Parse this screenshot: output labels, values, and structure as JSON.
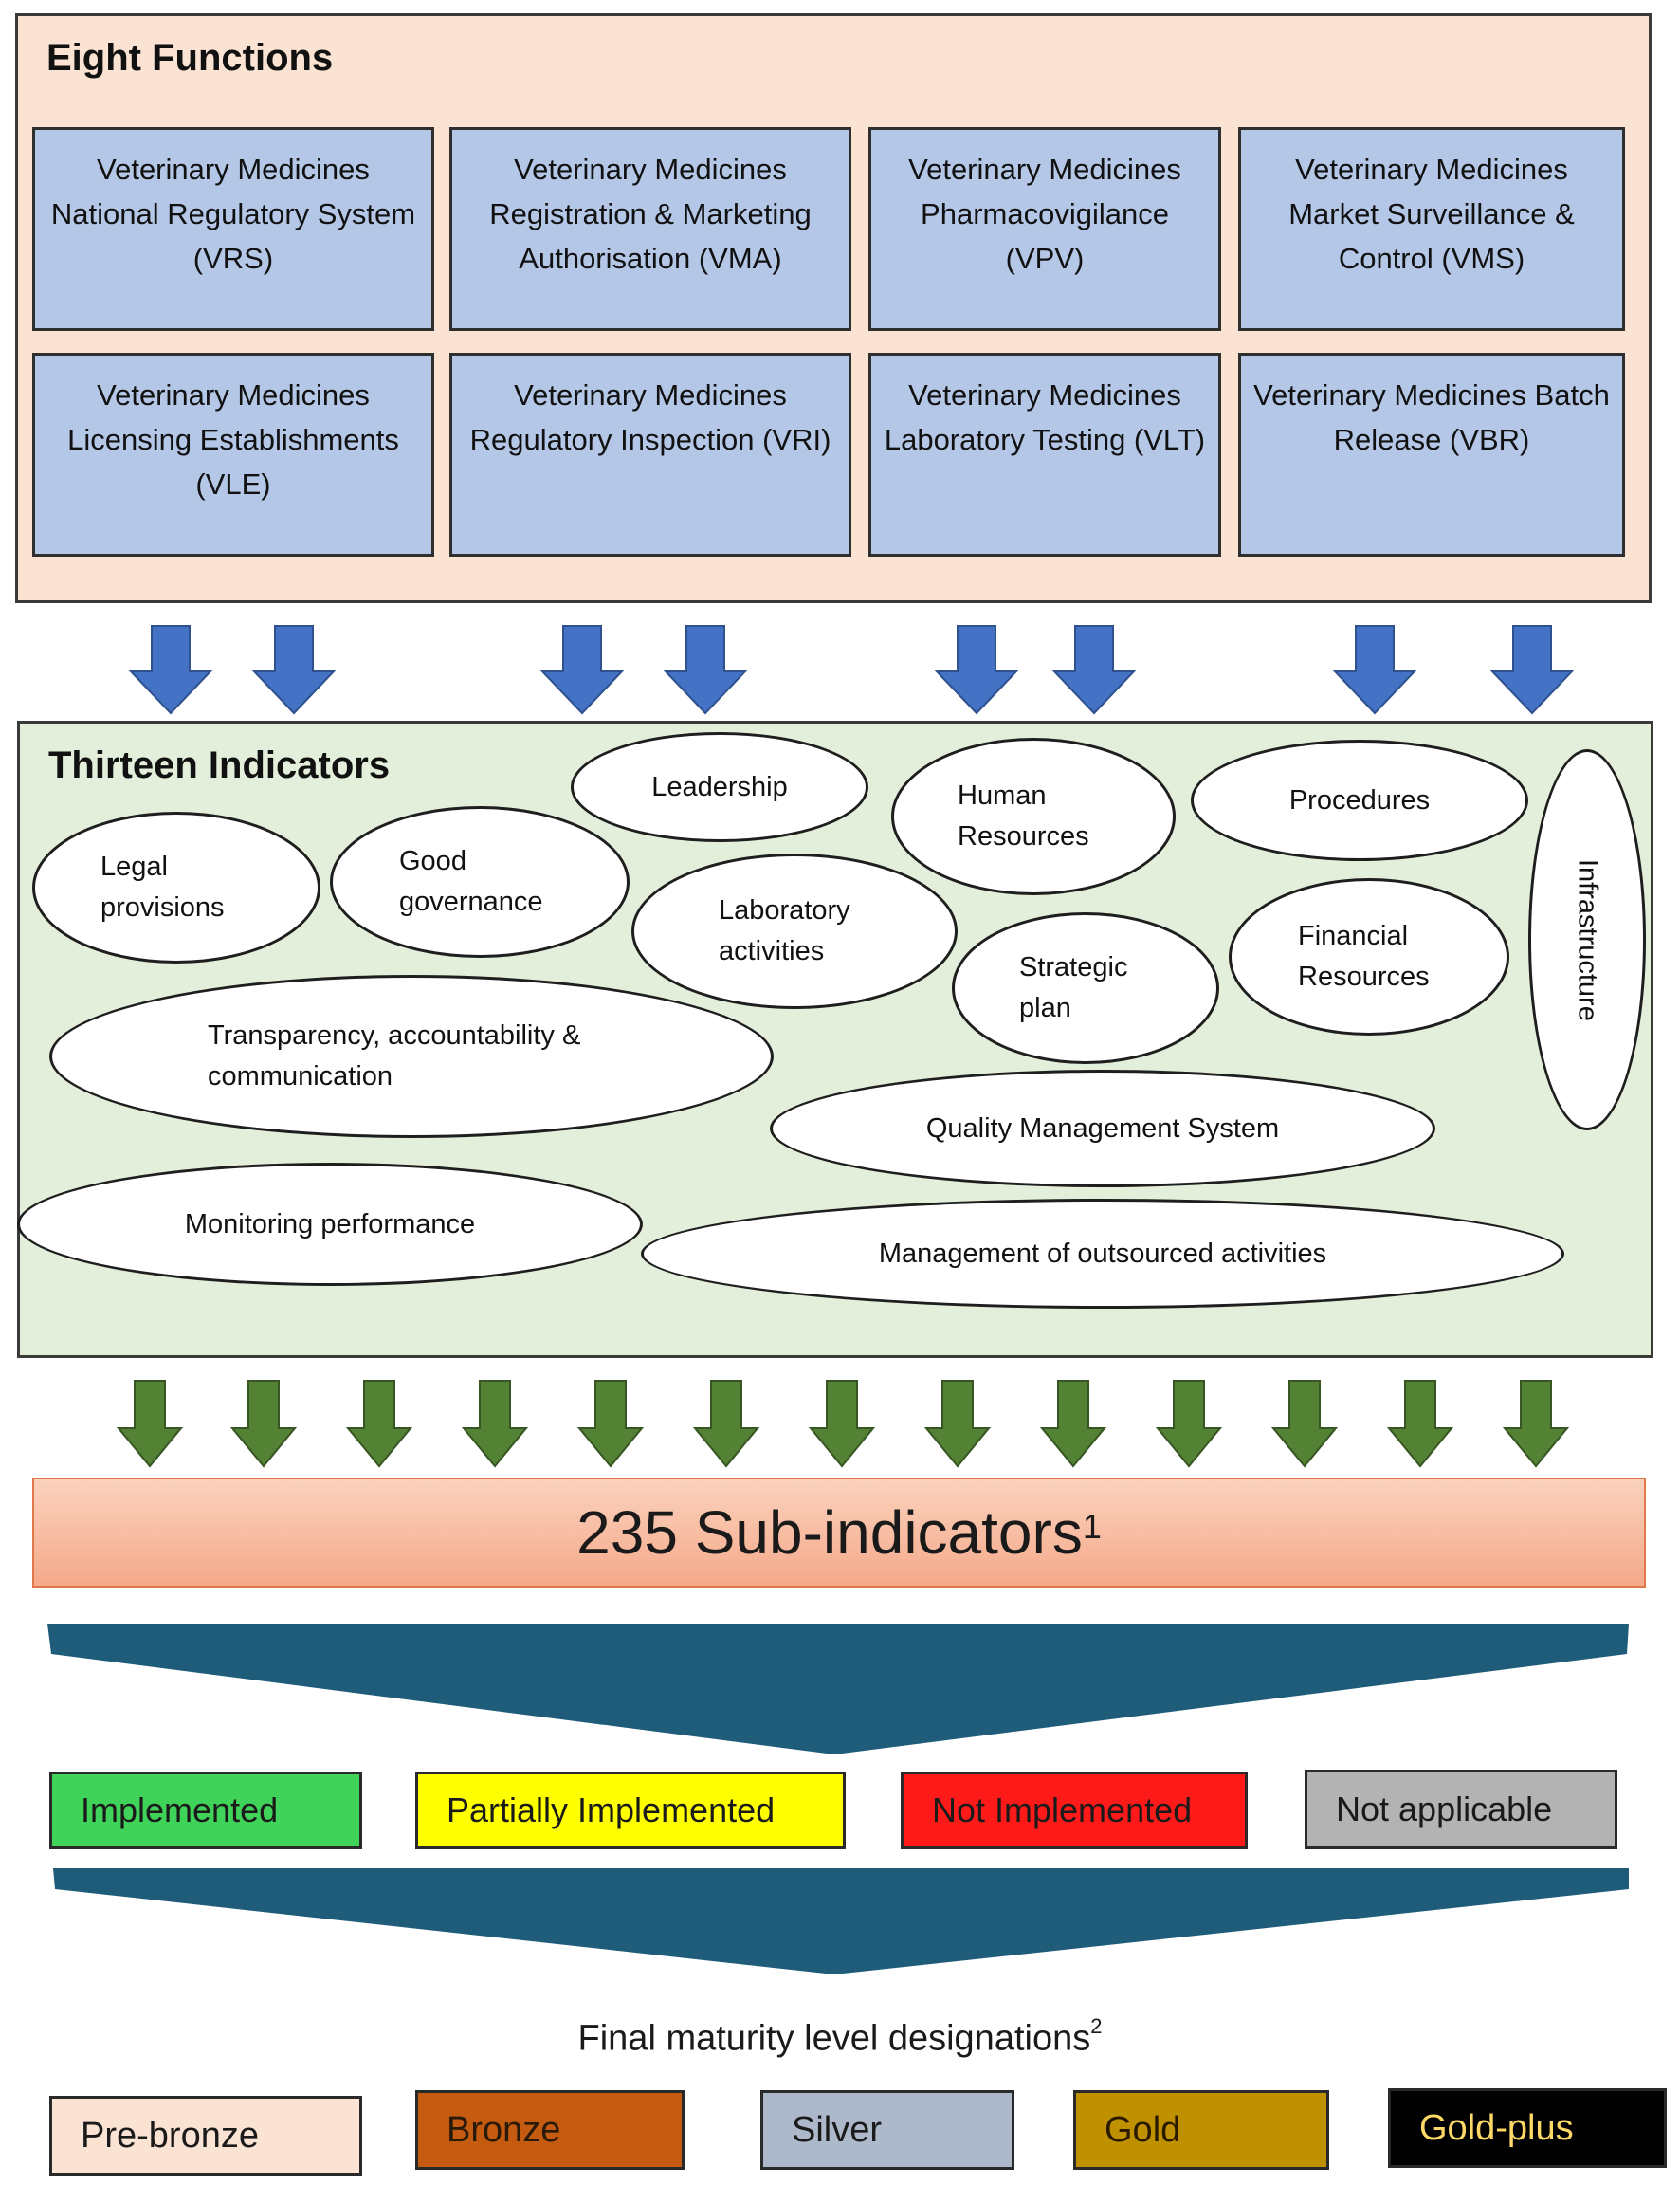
{
  "functions": {
    "title": "Eight Functions",
    "items": [
      {
        "label": "Veterinary Medicines National Regulatory System (VRS)"
      },
      {
        "label": "Veterinary Medicines Registration & Marketing Authorisation (VMA)"
      },
      {
        "label": "Veterinary Medicines Pharmacovigilance (VPV)"
      },
      {
        "label": "Veterinary Medicines Market Surveillance & Control (VMS)"
      },
      {
        "label": "Veterinary Medicines Licensing Establishments (VLE)"
      },
      {
        "label": "Veterinary Medicines Regulatory Inspection (VRI)"
      },
      {
        "label": "Veterinary Medicines Laboratory Testing (VLT)"
      },
      {
        "label": "Veterinary Medicines Batch Release (VBR)"
      }
    ]
  },
  "indicators": {
    "title": "Thirteen Indicators",
    "items": [
      {
        "label": "Leadership"
      },
      {
        "label": "Human Resources"
      },
      {
        "label": "Procedures"
      },
      {
        "label": "Legal provisions"
      },
      {
        "label": "Good governance"
      },
      {
        "label": "Laboratory activities"
      },
      {
        "label": "Strategic plan"
      },
      {
        "label": "Financial Resources"
      },
      {
        "label": "Infrastructure"
      },
      {
        "label": "Transparency, accountability & communication"
      },
      {
        "label": "Quality Management System"
      },
      {
        "label": "Monitoring performance"
      },
      {
        "label": "Management of outsourced activities"
      }
    ]
  },
  "sub_indicators": {
    "label": "235 Sub-indicators",
    "footnote": "1"
  },
  "statuses": [
    {
      "label": "Implemented",
      "color": "#3fd35a"
    },
    {
      "label": "Partially Implemented",
      "color": "#ffff00"
    },
    {
      "label": "Not Implemented",
      "color": "#ff1a1a"
    },
    {
      "label": "Not applicable",
      "color": "#b3b3b3"
    }
  ],
  "maturity": {
    "caption": "Final maturity level designations",
    "footnote": "2",
    "levels": [
      {
        "label": "Pre-bronze",
        "color": "#fbe3d4",
        "text_color": "#1a1a1a"
      },
      {
        "label": "Bronze",
        "color": "#c55a11",
        "text_color": "#2a1a0a"
      },
      {
        "label": "Silver",
        "color": "#adb9ca",
        "text_color": "#1a1a1a"
      },
      {
        "label": "Gold",
        "color": "#bf9000",
        "text_color": "#2a1a00"
      },
      {
        "label": "Gold-plus",
        "color": "#000000",
        "text_color": "#ffd966"
      }
    ]
  },
  "colors": {
    "blue_arrow": "#4472c4",
    "green_arrow": "#548235",
    "funnel": "#1f5c7a"
  }
}
